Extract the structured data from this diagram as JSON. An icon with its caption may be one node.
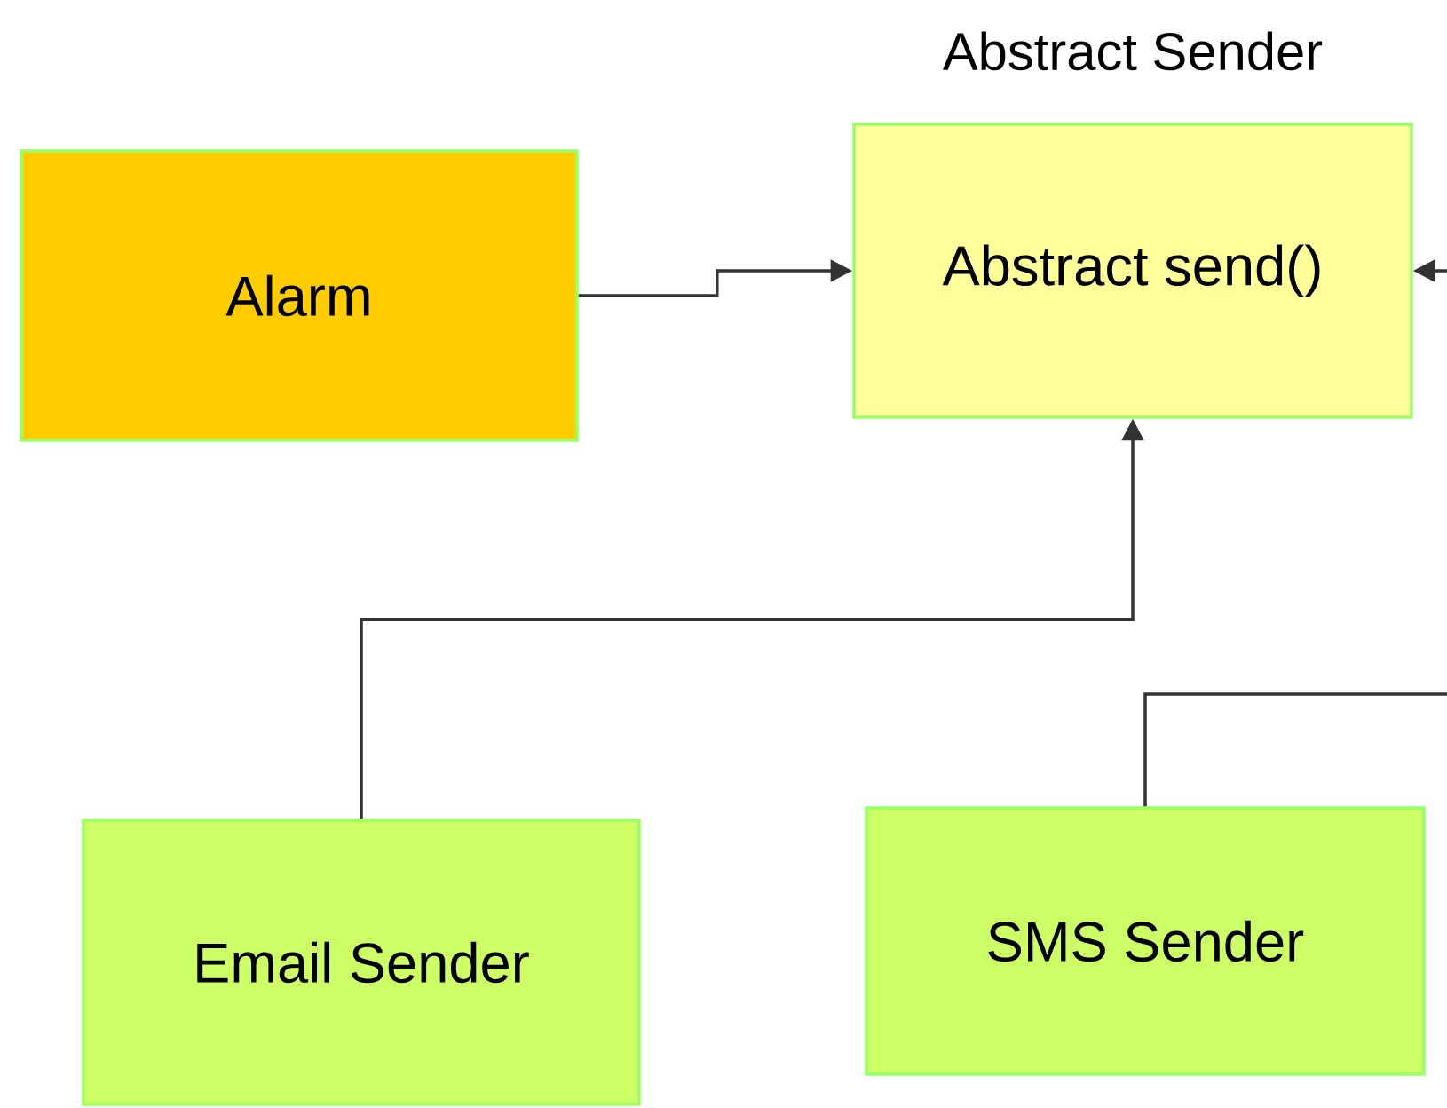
{
  "diagram": {
    "nodes": [
      {
        "text": [
          "Alarm"
        ]
      },
      {
        "text": [
          "Abstract Sender",
          "Abstract send()"
        ]
      },
      {
        "text": [
          "Email Sender"
        ]
      },
      {
        "text": [
          "SMS Sender"
        ]
      }
    ],
    "edges": [
      {
        "from": 0,
        "to": 1,
        "arrow": "to"
      },
      {
        "from": 2,
        "to": 1,
        "arrow": "to"
      },
      {
        "from": 3,
        "to": null,
        "arrow": "none"
      },
      {
        "from": null,
        "to": 1,
        "arrow": "to"
      }
    ]
  }
}
